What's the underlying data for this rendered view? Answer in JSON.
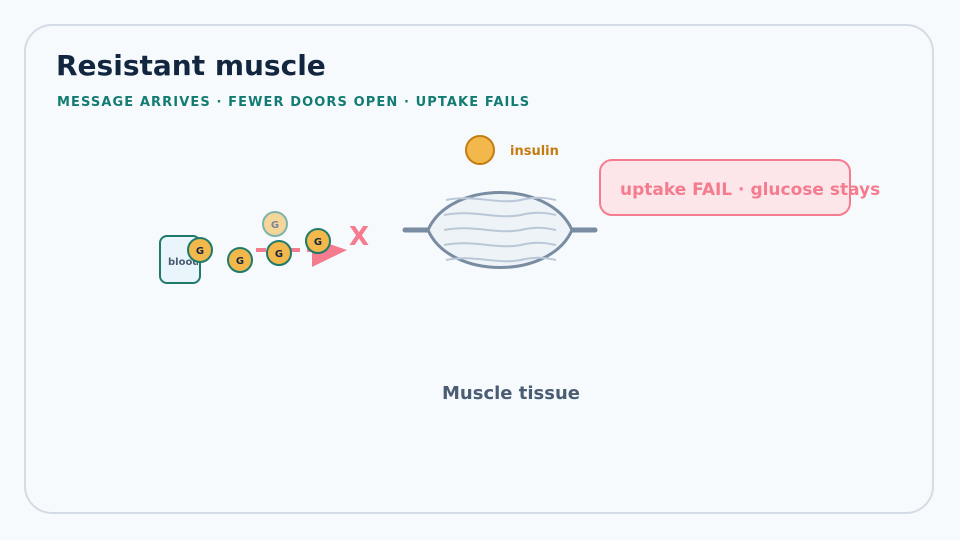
{
  "title": "Resistant muscle",
  "subtitle": "MESSAGE ARRIVES · FEWER DOORS OPEN · UPTAKE FAILS",
  "blood_label": "blood",
  "glucose_label": "G",
  "blocked_mark": "X",
  "insulin_label": "insulin",
  "result_text": "uptake FAIL · glucose stays",
  "tissue_label": "Muscle tissue",
  "colors": {
    "glucose_fill": "#f2b84b",
    "glucose_stroke": "#1f7a6b",
    "insulin_fill": "#f2b84b",
    "insulin_stroke": "#c47b10",
    "alert": "#f47c8e",
    "alert_bg": "#fde6ea",
    "teal": "#137c72",
    "muscle_stroke": "#7a8ca2"
  }
}
